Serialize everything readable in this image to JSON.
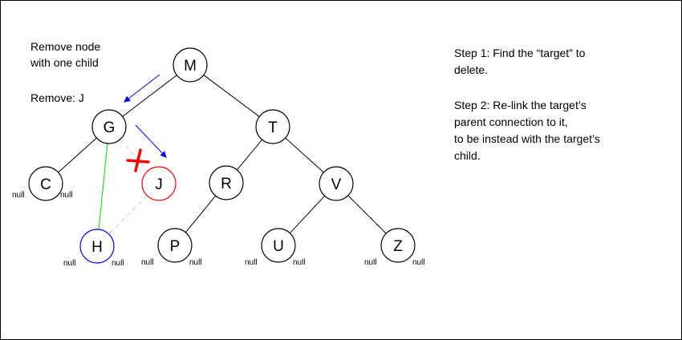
{
  "title": {
    "line1": "Remove node",
    "line2": "with one child"
  },
  "remove_label": "Remove: J",
  "steps": {
    "step1_line1": "Step 1: Find the “target” to",
    "step1_line2": "delete.",
    "step2_line1": "Step 2: Re-link the target’s",
    "step2_line2": "parent connection to it,",
    "step2_line3": "to be instead with the target’s",
    "step2_line4": "child."
  },
  "nodes": [
    "M",
    "G",
    "T",
    "C",
    "J",
    "R",
    "V",
    "H",
    "P",
    "U",
    "Z"
  ],
  "null_label": "null",
  "colors": {
    "target": "#ff0000",
    "child": "#0000ff",
    "relink": "#00dd00",
    "arrow": "#0000ff",
    "removed_link": "#cccccc"
  }
}
